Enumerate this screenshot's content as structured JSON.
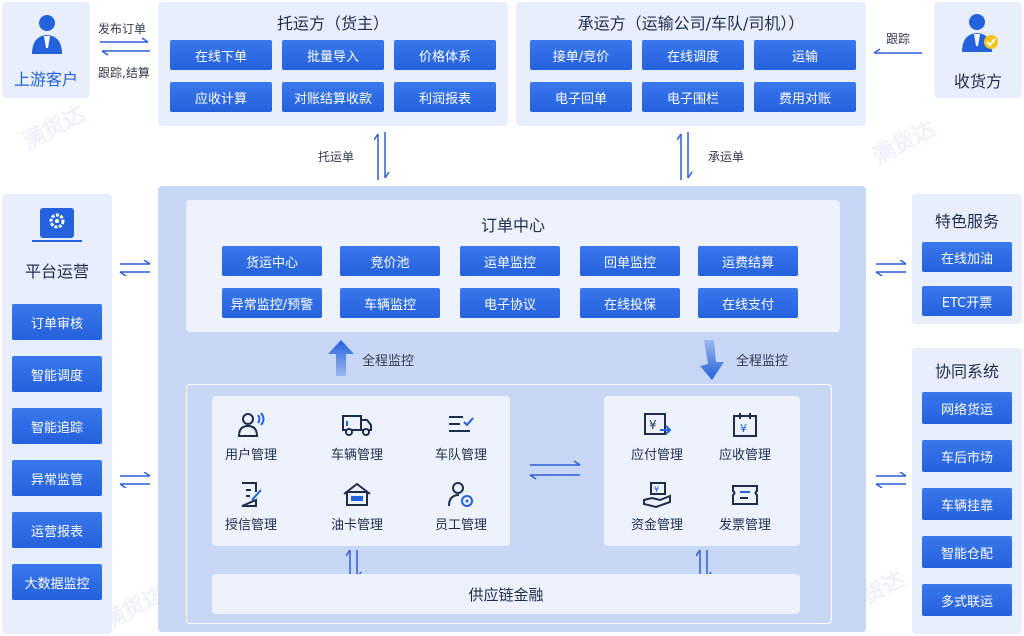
{
  "upstream": {
    "label": "上游客户",
    "arrow_top": "发布订单",
    "arrow_bottom": "跟踪,结算"
  },
  "consignor": {
    "title": "托运方（货主）",
    "buttons": [
      "在线下单",
      "批量导入",
      "价格体系",
      "应收计算",
      "对账结算收款",
      "利润报表"
    ],
    "link_label": "托运单"
  },
  "carrier": {
    "title": "承运方（运输公司/车队/司机））",
    "buttons": [
      "接单/竞价",
      "在线调度",
      "运输",
      "电子回单",
      "电子围栏",
      "费用对账"
    ],
    "link_label": "承运单"
  },
  "receiver": {
    "label": "收货方",
    "arrow_label": "跟踪"
  },
  "platform": {
    "title": "平台运营",
    "buttons": [
      "订单审核",
      "智能调度",
      "智能追踪",
      "异常监管",
      "运营报表",
      "大数据监控"
    ]
  },
  "order_center": {
    "title": "订单中心",
    "row1": [
      "货运中心",
      "竞价池",
      "运单监控",
      "回单监控",
      "运费结算"
    ],
    "row2": [
      "异常监控/预警",
      "车辆监控",
      "电子协议",
      "在线投保",
      "在线支付"
    ]
  },
  "monitor": {
    "left": "全程监控",
    "right": "全程监控"
  },
  "modules_left": [
    "用户管理",
    "车辆管理",
    "车队管理",
    "授信管理",
    "油卡管理",
    "员工管理"
  ],
  "modules_right": [
    "应付管理",
    "应收管理",
    "资金管理",
    "发票管理"
  ],
  "supply_finance": "供应链金融",
  "special": {
    "title": "特色服务",
    "buttons": [
      "在线加油",
      "ETC开票"
    ]
  },
  "collab": {
    "title": "协同系统",
    "buttons": [
      "网络货运",
      "车后市场",
      "车辆挂靠",
      "智能仓配",
      "多式联运"
    ]
  },
  "watermark": "满货达",
  "colors": {
    "primary": "#2461dc",
    "panel": "#e8eefb",
    "main": "#c9d7f6",
    "accent_yellow": "#f5c518"
  }
}
